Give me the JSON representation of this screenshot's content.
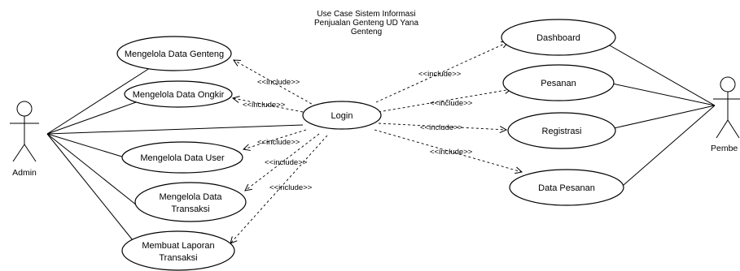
{
  "title": [
    "Use Case Sistem Informasi",
    "Penjualan Genteng UD Yana",
    "Genteng"
  ],
  "actors": {
    "admin": "Admin",
    "pembeli": "Pembe"
  },
  "login": "Login",
  "admin_use_cases": [
    {
      "lines": [
        "Mengelola Data Genteng"
      ]
    },
    {
      "lines": [
        "Mengelola Data Ongkir"
      ]
    },
    {
      "lines": [
        "Mengelola Data User"
      ]
    },
    {
      "lines": [
        "Mengelola Data",
        "Transaksi"
      ]
    },
    {
      "lines": [
        "Membuat Laporan",
        "Transaksi"
      ]
    }
  ],
  "pembeli_use_cases": [
    {
      "lines": [
        "Dashboard"
      ]
    },
    {
      "lines": [
        "Pesanan"
      ]
    },
    {
      "lines": [
        "Registrasi"
      ]
    },
    {
      "lines": [
        "Data Pesanan"
      ]
    }
  ],
  "include_label": "<<include>>"
}
